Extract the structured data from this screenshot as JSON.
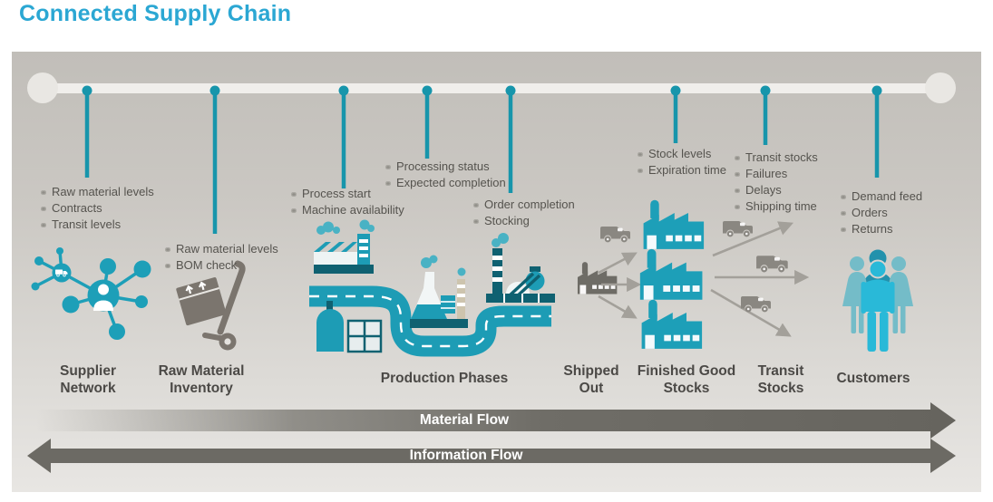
{
  "title": "Connected Supply Chain",
  "stages": [
    {
      "id": "supplier-network",
      "label": "Supplier\nNetwork"
    },
    {
      "id": "raw-material-inventory",
      "label": "Raw Material\nInventory"
    },
    {
      "id": "production-phases",
      "label": "Production Phases"
    },
    {
      "id": "shipped-out",
      "label": "Shipped\nOut"
    },
    {
      "id": "finished-good-stocks",
      "label": "Finished Good\nStocks"
    },
    {
      "id": "transit-stocks",
      "label": "Transit\nStocks"
    },
    {
      "id": "customers",
      "label": "Customers"
    }
  ],
  "callouts": [
    {
      "stage": "supplier-network",
      "items": [
        "Raw material levels",
        "Contracts",
        "Transit levels"
      ]
    },
    {
      "stage": "raw-material-inventory",
      "items": [
        "Raw material levels",
        "BOM check"
      ]
    },
    {
      "stage": "production-phases-1",
      "items": [
        "Process start",
        "Machine availability"
      ]
    },
    {
      "stage": "production-phases-2",
      "items": [
        "Processing status",
        "Expected completion"
      ]
    },
    {
      "stage": "production-phases-3",
      "items": [
        "Order completion",
        "Stocking"
      ]
    },
    {
      "stage": "finished-good-stocks",
      "items": [
        "Stock levels",
        "Expiration time"
      ]
    },
    {
      "stage": "transit-stocks",
      "items": [
        "Transit stocks",
        "Failures",
        "Delays",
        "Shipping time"
      ]
    },
    {
      "stage": "customers",
      "items": [
        "Demand feed",
        "Orders",
        "Returns"
      ]
    }
  ],
  "flows": {
    "material": "Material Flow",
    "information": "Information Flow"
  },
  "icons": {
    "supplier_network": "network-graph-icon",
    "raw_material_inventory": "hand-truck-icon",
    "production_phases": "factories-road-icon",
    "shipped_out": "factory-gray-icon",
    "finished_good_stocks": "factories-teal-icon",
    "transit_stocks": "delivery-van-icon",
    "customers": "people-group-icon",
    "timeline": "timeline-bar-with-node-drops"
  },
  "colors": {
    "title": "#2ba7d3",
    "accent_teal": "#1795ab",
    "icon_teal": "#1d9fb8",
    "icon_teal_dark": "#0f6171",
    "icon_cyan": "#29b9d8",
    "icon_gray": "#8a8781",
    "icon_dark_gray": "#6e6c66",
    "flow_arrow_gray": "#6c6a64",
    "panel_top": "#c1beb9",
    "panel_bottom": "#e8e6e3",
    "stage_text": "#4b4946",
    "bullet_text": "#55534e"
  }
}
